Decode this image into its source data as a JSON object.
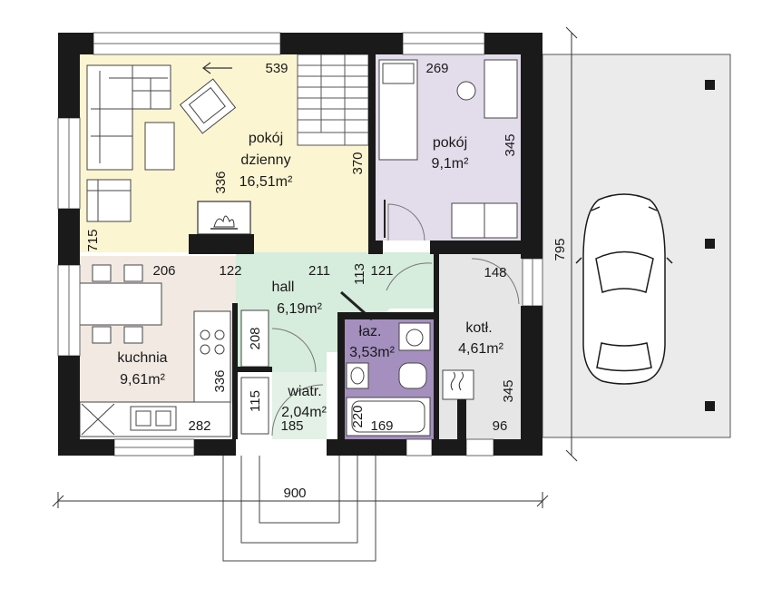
{
  "rooms": {
    "living": {
      "name_line1": "pokój",
      "name_line2": "dzienny",
      "area": "16,51m²"
    },
    "bedroom": {
      "name": "pokój",
      "area": "9,1m²"
    },
    "hall": {
      "name": "hall",
      "area": "6,19m²"
    },
    "kitchen": {
      "name": "kuchnia",
      "area": "9,61m²"
    },
    "bathroom": {
      "name": "łaz.",
      "area": "3,53m²"
    },
    "boiler": {
      "name": "kotł.",
      "area": "4,61m²"
    },
    "vestibule": {
      "name": "wiatr.",
      "area": "2,04m²"
    }
  },
  "dimensions": {
    "d539": "539",
    "d269": "269",
    "d345_bedroom": "345",
    "d370": "370",
    "d336_living": "336",
    "d715": "715",
    "d206": "206",
    "d122": "122",
    "d211": "211",
    "d113": "113",
    "d121": "121",
    "d148": "148",
    "d208": "208",
    "d336_kitchen": "336",
    "d282": "282",
    "d115": "115",
    "d185": "185",
    "d220": "220",
    "d169": "169",
    "d345_boiler": "345",
    "d96": "96",
    "d900": "900",
    "d795": "795"
  },
  "colors": {
    "wall": "#1a1a1a",
    "living": "#fbf5d2",
    "bedroom": "#e3dcea",
    "hall": "#d6ecdc",
    "kitchen": "#f1e9e2",
    "bathroom": "#a48fbe",
    "boiler": "#e6e6e6",
    "garage": "#ebebeb"
  }
}
